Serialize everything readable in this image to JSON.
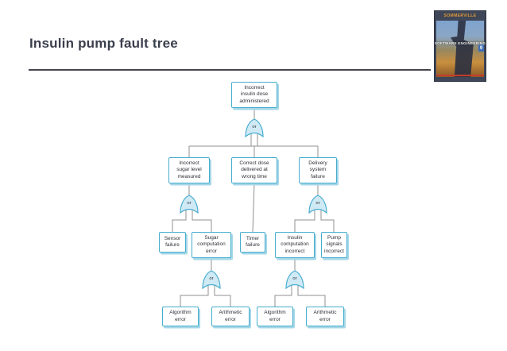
{
  "slide": {
    "title": "Insulin pump fault tree"
  },
  "book_cover": {
    "author": "SOMMERVILLE",
    "title": "SOFTWARE ENGINEERING",
    "edition": "9"
  },
  "diagram": {
    "or_label": "or",
    "nodes": {
      "root": "Incorrect\ninsulin dose\nadministered",
      "sugar_level": "Incorrect\nsugar level\nmeasured",
      "wrong_time": "Correct dose\ndelivered at\nwrong time",
      "delivery": "Delivery\nsystem\nfailure",
      "sensor": "Sensor\nfailure",
      "sugar_comp": "Sugar\ncomputation\nerror",
      "timer": "Timer\nfailure",
      "insulin_comp": "Insulin\ncomputation\nincorrect",
      "pump_signals": "Pump\nsignals\nincorrect",
      "algorithm_left": "Algorithm\nerror",
      "arithmetic_left": "Arithmetic\nerror",
      "algorithm_right": "Algorithm\nerror",
      "arithmetic_right": "Arithmetic\nerror"
    },
    "colors": {
      "box_border": "#45adcf",
      "box_shadow": "#a6d7e8",
      "gate_fill": "#cfeaf4",
      "connector": "#909090",
      "title_text": "#3a3f4d"
    }
  }
}
